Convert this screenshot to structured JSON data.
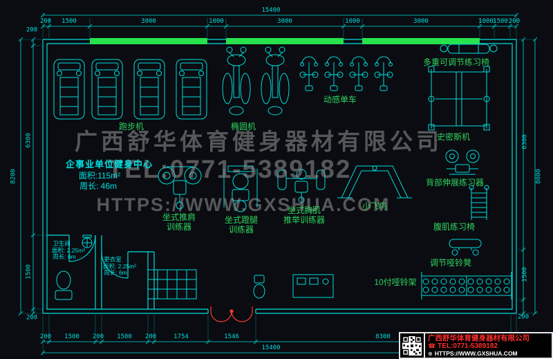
{
  "colors": {
    "background": "#0a0c11",
    "line_cyan": "#00dede",
    "window_green": "#27e24d",
    "label_green": "#2fd45f",
    "accent_red": "#ff3b30",
    "watermark_gray": "#969696"
  },
  "dims": {
    "top_total": "15400",
    "top_segments": [
      "200",
      "1500",
      "3000",
      "1000",
      "3000",
      "1000",
      "3000",
      "1000",
      "1500",
      "200"
    ],
    "bottom_segments": [
      "200",
      "1500",
      "200",
      "1500",
      "200",
      "1754",
      "1546",
      "8300",
      "200"
    ],
    "bottom_total": "15400",
    "left_total": "8200",
    "left_segments": [
      "200",
      "6300",
      "1500",
      "200"
    ],
    "right_total": "8000",
    "right_segments": [
      "6300",
      "1500",
      "200"
    ]
  },
  "room_info": {
    "title": "企事业单位健身中心",
    "area": "面积:115m²",
    "perimeter": "周长: 46m"
  },
  "labels": {
    "treadmill": "跑步机",
    "elliptical": "椭圆机",
    "spin_bike": "动感单车",
    "multi_adjust_bench": "多重可调节练习椅",
    "smith_machine": "史密斯机",
    "back_extension": "背部伸展练习器",
    "ab_bench": "腹肌练习椅",
    "adjustable_dumbbell_bench": "调节哑铃凳",
    "shoulder_press_line1": "坐式推肩",
    "shoulder_press_line2": "训练器",
    "leg_press_line1": "坐式蹬腿",
    "leg_press_line2": "训练器",
    "chest_press_line1": "坐式胸肌",
    "chest_press_line2": "推举训练器",
    "cable_fly": "小飞鸟",
    "dumbbell_rack": "10付哑铃架"
  },
  "rooms": {
    "bathroom": {
      "name": "卫生间",
      "area": "面积: 2.25m²",
      "perimeter": "周长: 6m"
    },
    "changing": {
      "name": "更衣室",
      "area": "面积: 2.25m²",
      "perimeter": "周长: 6m"
    }
  },
  "watermark": {
    "line1": "广西舒华体育健身器材有限公司",
    "line2": "TEL:0771-5389182",
    "line3": "HTTPS://WWW.GXSHUA.COM"
  },
  "title_block": {
    "company": "广西舒华体育健身器材有限公司",
    "tel": "TEL:0771-5389182",
    "url": "HTTPS://WWW.GXSHUA.COM"
  }
}
